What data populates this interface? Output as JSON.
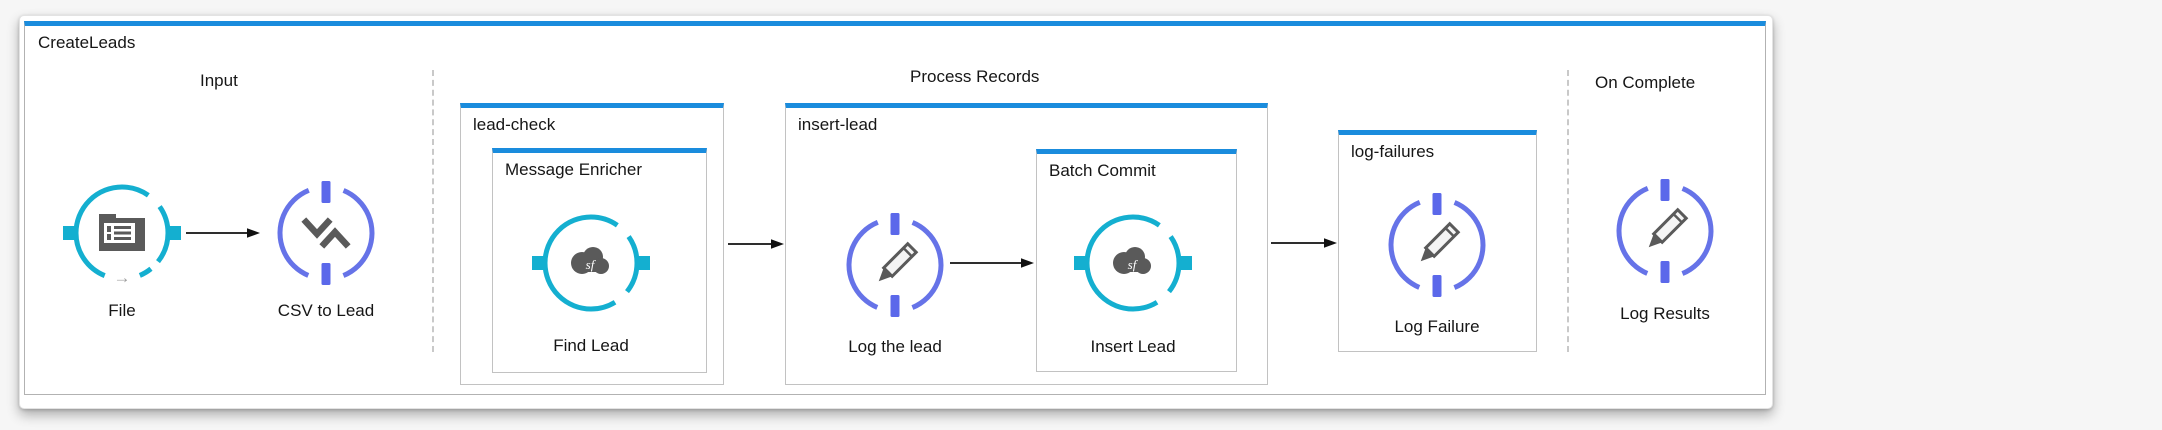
{
  "flow": {
    "title": "CreateLeads"
  },
  "sections": {
    "input": {
      "label": "Input"
    },
    "process_records": {
      "label": "Process Records"
    },
    "on_complete": {
      "label": "On Complete"
    }
  },
  "scopes": {
    "lead_check": {
      "label": "lead-check"
    },
    "message_enricher": {
      "label": "Message Enricher"
    },
    "insert_lead": {
      "label": "insert-lead"
    },
    "batch_commit": {
      "label": "Batch Commit"
    },
    "log_failures": {
      "label": "log-failures"
    }
  },
  "nodes": {
    "file": {
      "label": "File"
    },
    "csv_to_lead": {
      "label": "CSV to Lead"
    },
    "find_lead": {
      "label": "Find Lead"
    },
    "log_the_lead": {
      "label": "Log the lead"
    },
    "insert_lead": {
      "label": "Insert Lead"
    },
    "log_failure": {
      "label": "Log Failure"
    },
    "log_results": {
      "label": "Log Results"
    }
  },
  "colors": {
    "accent_blue": "#1a8cdd",
    "endpoint_cyan": "#14afd0",
    "processor_indigo": "#6673e8",
    "icon_gray": "#5a5a5a"
  }
}
